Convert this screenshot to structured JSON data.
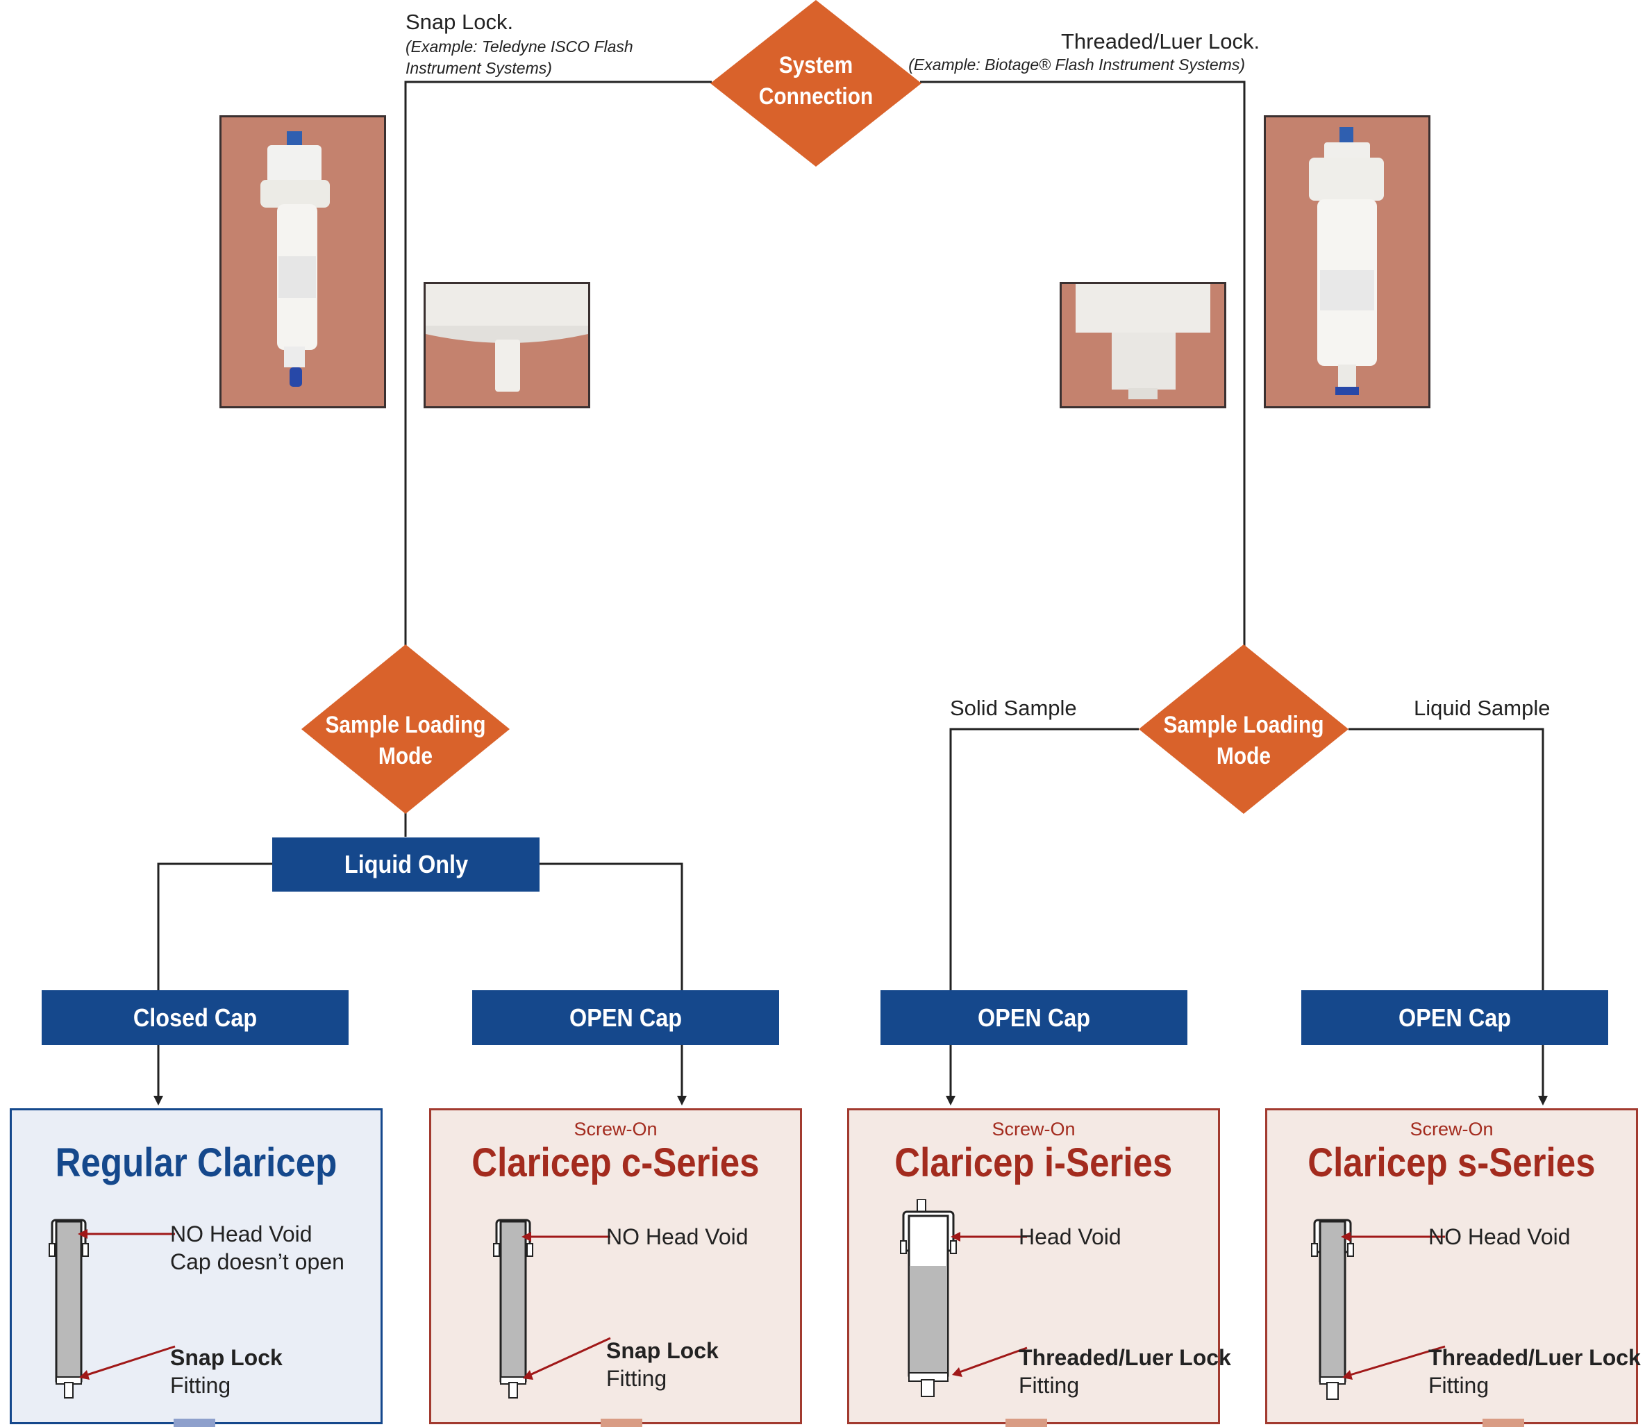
{
  "top": {
    "diamond_label": "System Connection",
    "left_branch": {
      "title": "Snap Lock.",
      "example": "(Example: Teledyne ISCO Flash Instrument Systems)"
    },
    "right_branch": {
      "title": "Threaded/Luer Lock.",
      "example": "(Example: Biotage® Flash Instrument Systems)"
    }
  },
  "left_mode": {
    "diamond_label": "Sample Loading Mode",
    "box": "Liquid Only"
  },
  "right_mode": {
    "diamond_label": "Sample Loading Mode",
    "left_label": "Solid Sample",
    "right_label": "Liquid Sample"
  },
  "caps": [
    "Closed Cap",
    "OPEN Cap",
    "OPEN Cap",
    "OPEN Cap"
  ],
  "cards": [
    {
      "screw": "",
      "title": "Regular Claricep",
      "top_note_1": "NO Head Void",
      "top_note_2": "Cap doesn’t open",
      "fit_bold": "Snap Lock",
      "fit_text": "Fitting"
    },
    {
      "screw": "Screw-On",
      "title": "Claricep c-Series",
      "top_note_1": "NO Head Void",
      "top_note_2": "",
      "fit_bold": "Snap Lock",
      "fit_text": "Fitting"
    },
    {
      "screw": "Screw-On",
      "title": "Claricep i-Series",
      "top_note_1": "Head Void",
      "top_note_2": "",
      "fit_bold": "Threaded/Luer Lock",
      "fit_text": "Fitting"
    },
    {
      "screw": "Screw-On",
      "title": "Claricep s-Series",
      "top_note_1": "NO Head Void",
      "top_note_2": "",
      "fit_bold": "Threaded/Luer Lock",
      "fit_text": "Fitting"
    }
  ],
  "colors": {
    "diamond": "#d9622b",
    "box_blue": "#15488c",
    "card_red": "#a32b1e",
    "photo_bg": "#c4826e"
  }
}
